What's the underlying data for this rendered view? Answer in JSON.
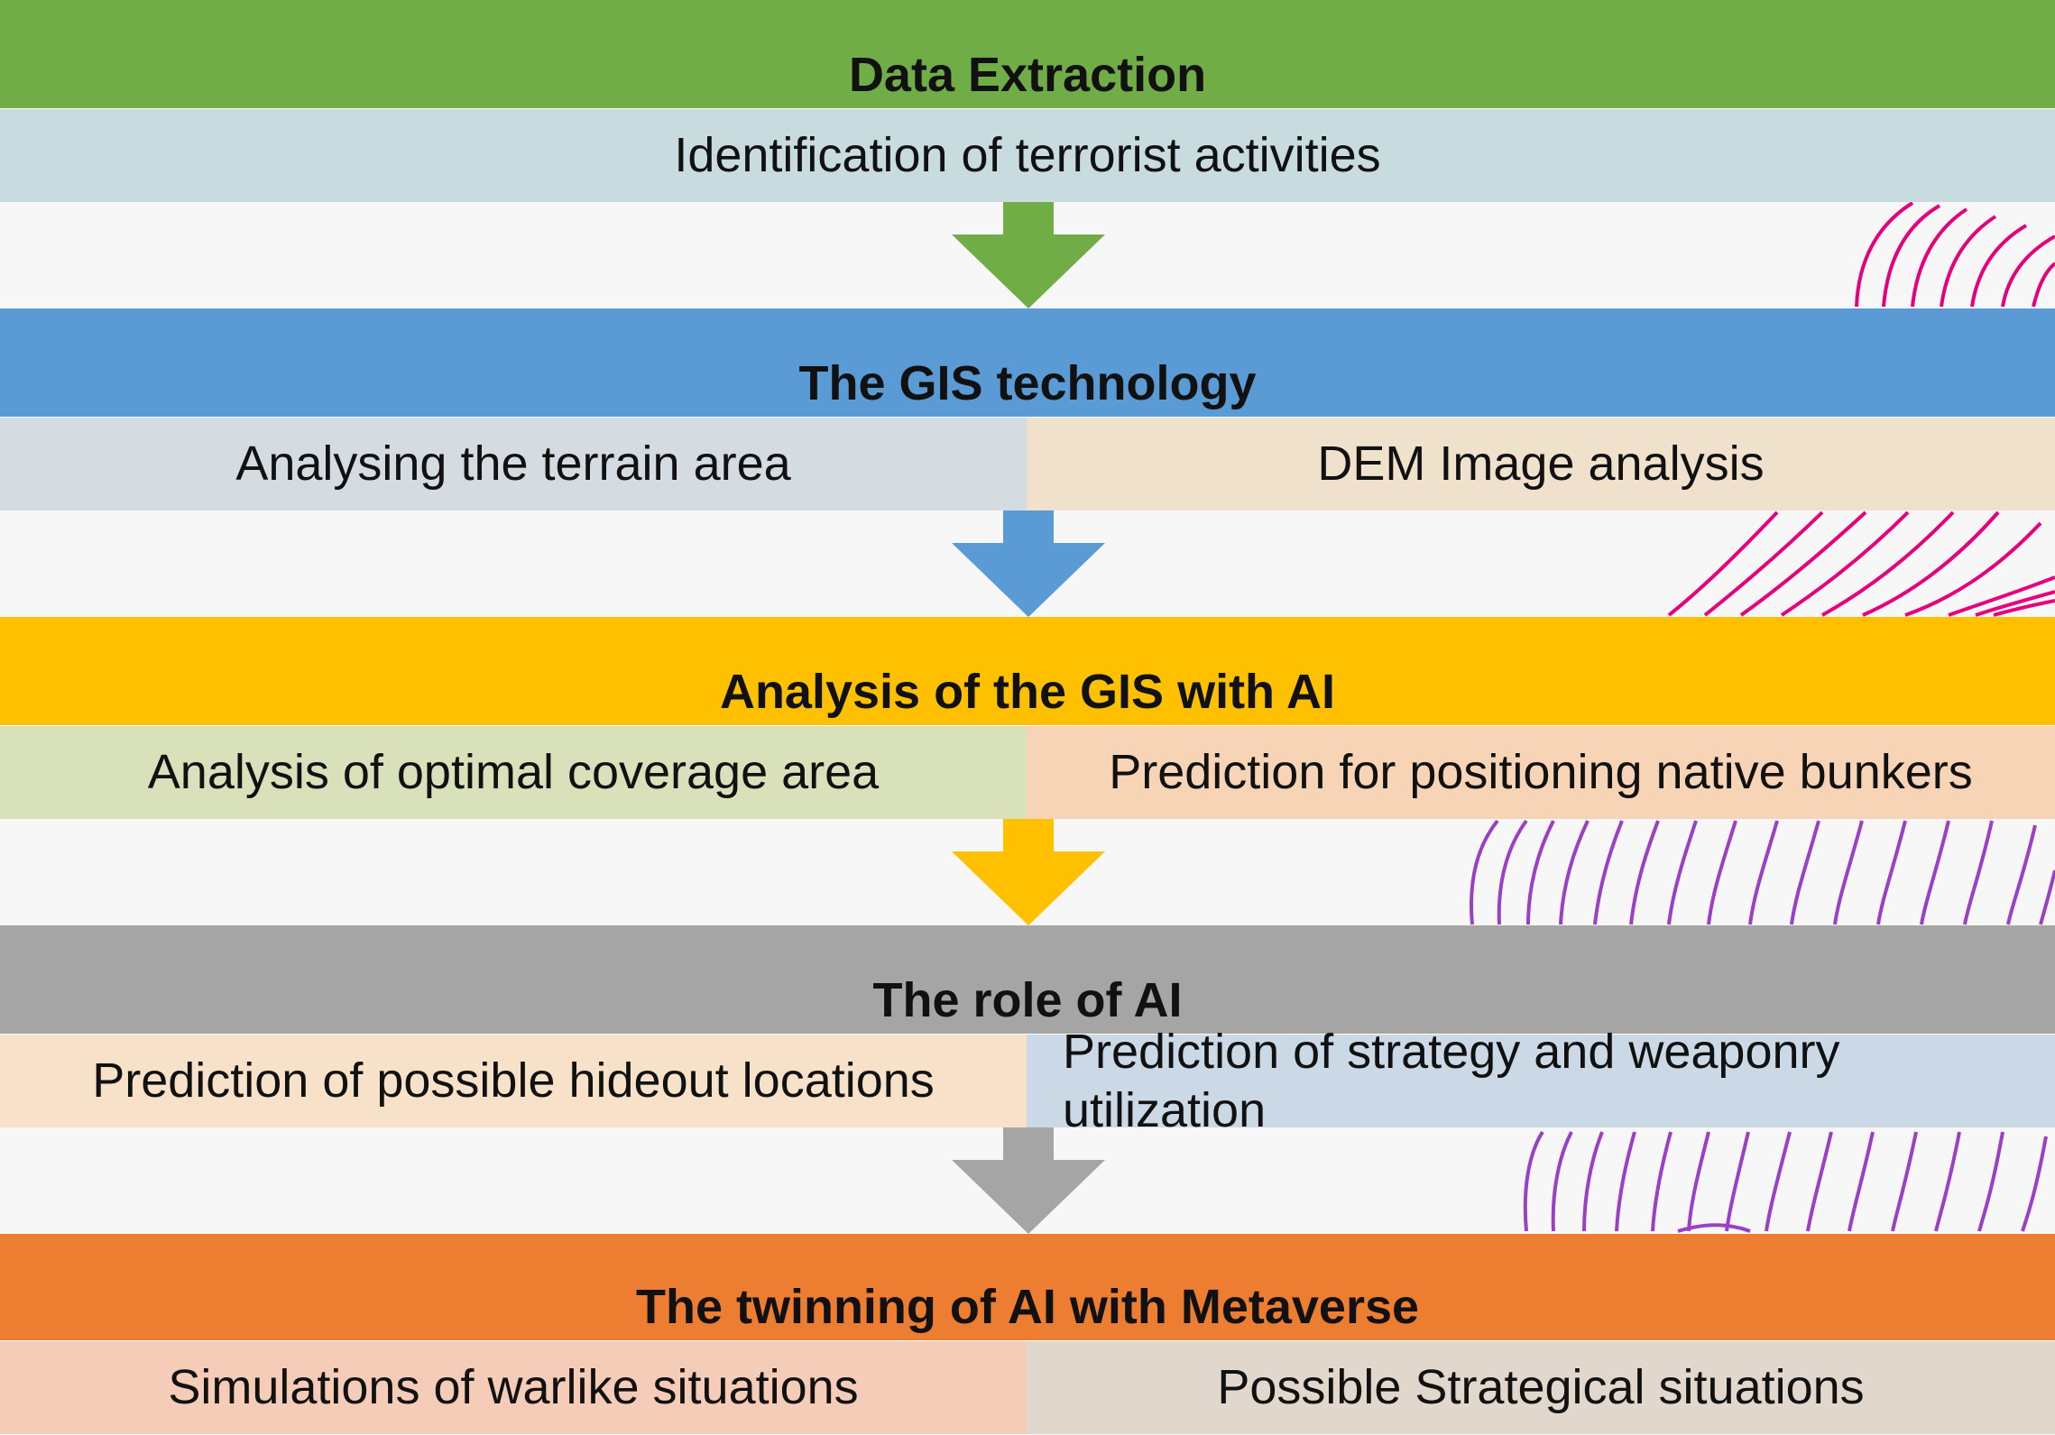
{
  "colors": {
    "background": "#f7f7f7",
    "stage1": "#70ad47",
    "stage2": "#5b9bd5",
    "stage3": "#ffc000",
    "stage4": "#a5a5a5",
    "stage5": "#ed7d31",
    "decoration_magenta": "#e6007e",
    "decoration_purple": "#8e3cc8"
  },
  "stages": [
    {
      "title": "Data Extraction",
      "items": [
        "Identification of terrorist activities"
      ],
      "item_colors": [
        "#c8dbde"
      ]
    },
    {
      "title": "The GIS technology",
      "items": [
        "Analysing the terrain area",
        "DEM Image analysis"
      ],
      "item_colors": [
        "#d4dce2",
        "#f0e1cd"
      ]
    },
    {
      "title": "Analysis of the GIS with AI",
      "items": [
        "Analysis of optimal coverage area",
        "Prediction for positioning native bunkers"
      ],
      "item_colors": [
        "#d9e1bb",
        "#f8d4b6"
      ]
    },
    {
      "title": "The role of AI",
      "items": [
        "Prediction of possible hideout locations",
        "Prediction of strategy and weaponry utilization"
      ],
      "item_colors": [
        "#f7e2c9",
        "#cbd9e6"
      ]
    },
    {
      "title": "The twinning of AI with Metaverse",
      "items": [
        "Simulations of warlike situations",
        "Possible Strategical situations"
      ],
      "item_colors": [
        "#f5ccb8",
        "#e2d7cc"
      ]
    }
  ]
}
